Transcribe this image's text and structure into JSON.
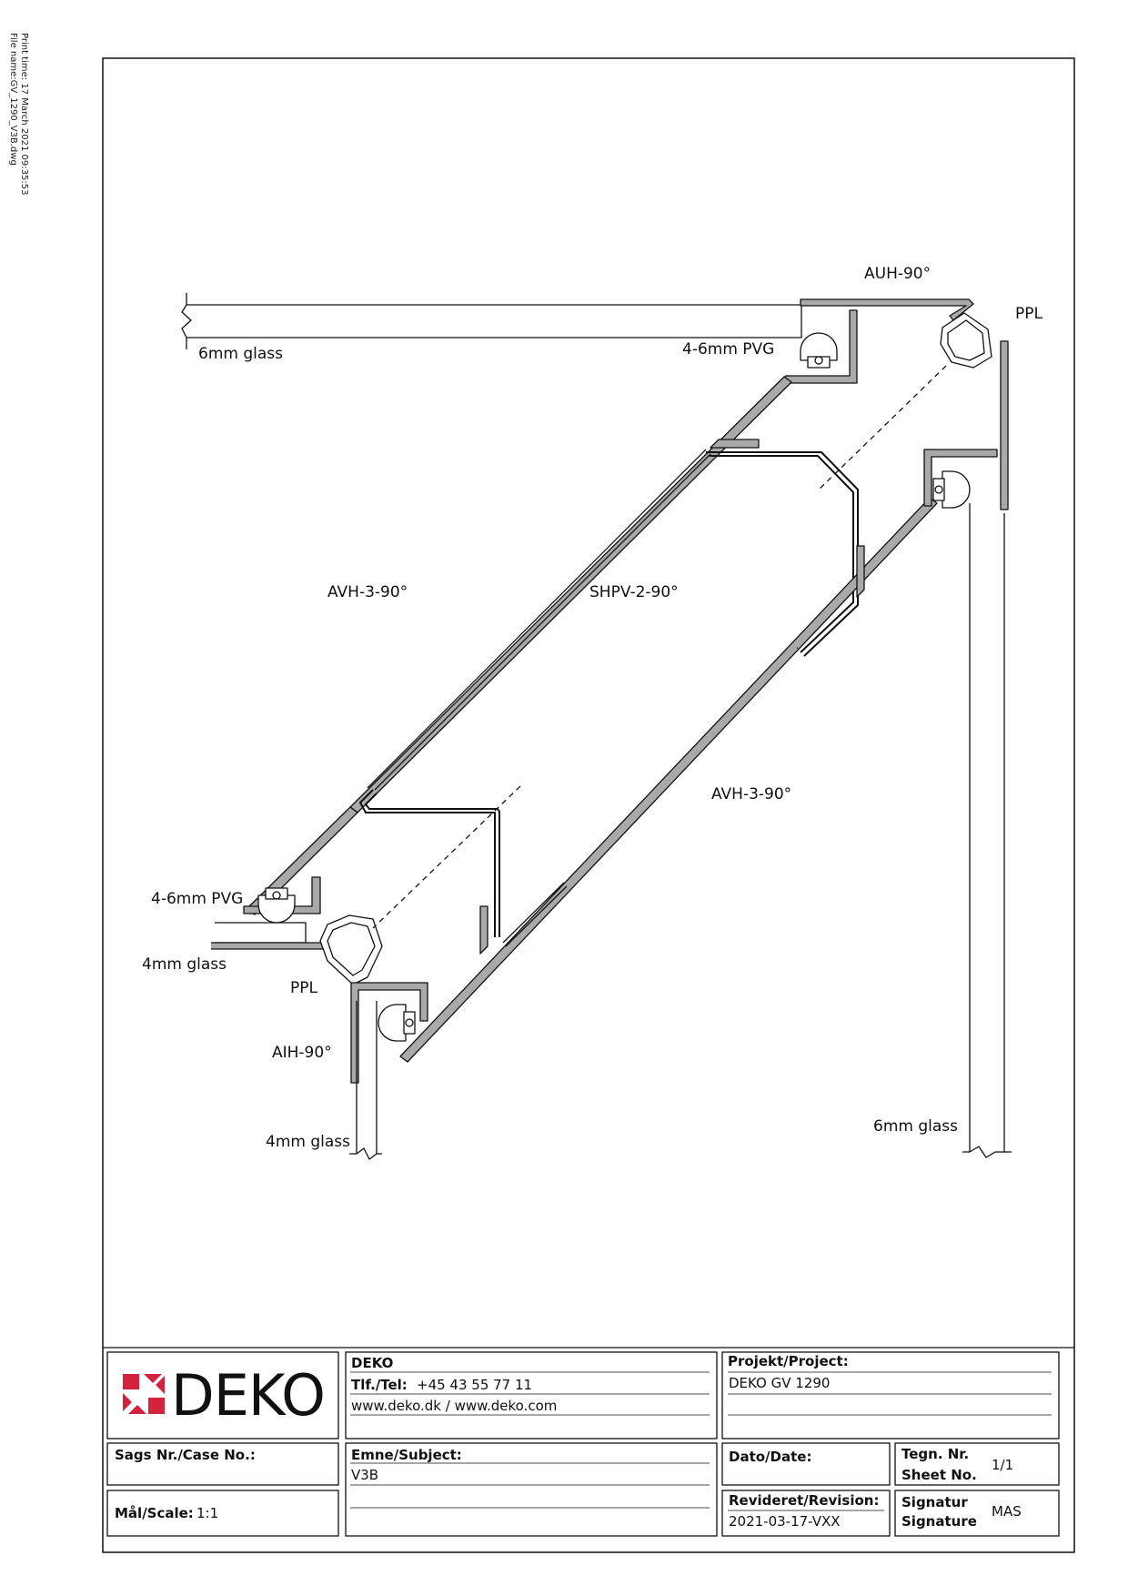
{
  "print_info": {
    "print_time": "Print time: 17 March 2021 09:35:53",
    "file_name": "File name:GV_1290_V3B.dwg"
  },
  "labels": {
    "auh": "AUH-90°",
    "ppl_top": "PPL",
    "glass_top": "6mm glass",
    "pvg_top": "4-6mm PVG",
    "avh_left": "AVH-3-90°",
    "shpv": "SHPV-2-90°",
    "avh_right": "AVH-3-90°",
    "pvg_bottom": "4-6mm PVG",
    "glass_4_left": "4mm glass",
    "ppl_bottom": "PPL",
    "aih": "AIH-90°",
    "glass_4_bottom": "4mm glass",
    "glass_6_right": "6mm glass"
  },
  "title_block": {
    "logo_text": "DEKO",
    "company": "DEKO",
    "tel_label": "Tlf./Tel:",
    "tel_value": "+45 43 55 77 11",
    "web": "www.deko.dk / www.deko.com",
    "project_label": "Projekt/Project:",
    "project_value": "DEKO GV 1290",
    "case_label": "Sags Nr./Case No.:",
    "subject_label": "Emne/Subject:",
    "subject_value": "V3B",
    "date_label": "Dato/Date:",
    "sheet_label_1": "Tegn. Nr.",
    "sheet_label_2": "Sheet No.",
    "sheet_value": "1/1",
    "scale_label": "Mål/Scale:",
    "scale_value": "1:1",
    "revision_label": "Revideret/Revision:",
    "revision_value": "2021-03-17-VXX",
    "signature_label_1": "Signatur",
    "signature_label_2": "Signature",
    "signature_value": "MAS"
  },
  "colors": {
    "profile_fill": "#a9a9a9",
    "line": "#111111",
    "logo_red": "#d4213d"
  }
}
